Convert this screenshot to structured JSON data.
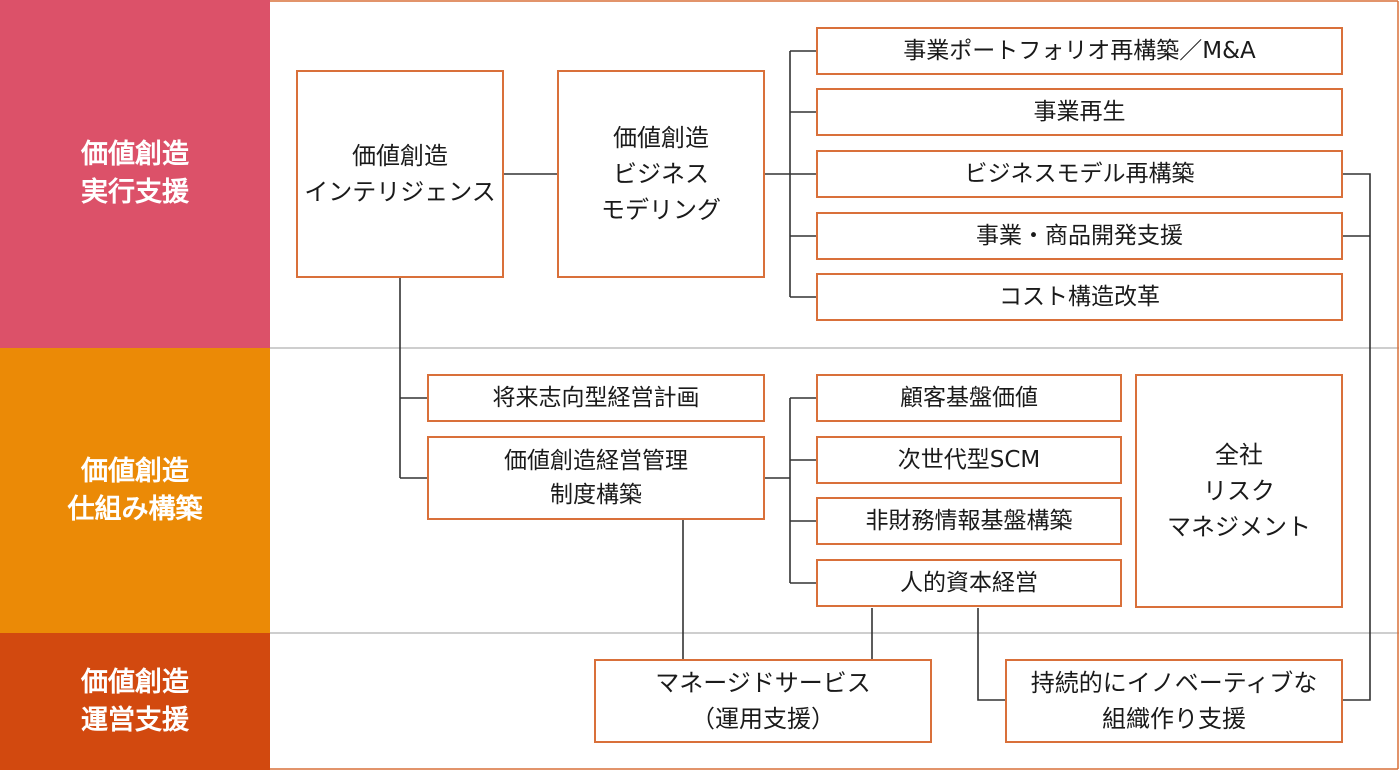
{
  "colors": {
    "band_execution": "#dc5169",
    "band_system": "#eb8a06",
    "band_operation": "#d2490f",
    "box_border": "#d9703a",
    "divider": "#bdbdbd",
    "connector": "#333333"
  },
  "bands": {
    "execution": "価値創造\n実行支援",
    "system": "価値創造\n仕組み構築",
    "operation": "価値創造\n運営支援"
  },
  "boxes": {
    "value_intelligence": "価値創造\nインテリジェンス",
    "value_business_modeling": "価値創造\nビジネス\nモデリング",
    "portfolio_restructuring": "事業ポートフォリオ再構築／M&A",
    "business_revival": "事業再生",
    "business_model_rebuild": "ビジネスモデル再構築",
    "product_dev_support": "事業・商品開発支援",
    "cost_structure_reform": "コスト構造改革",
    "future_oriented_plan": "将来志向型経営計画",
    "value_management_system": "価値創造経営管理\n制度構築",
    "customer_base_value": "顧客基盤価値",
    "next_gen_scm": "次世代型SCM",
    "non_financial_info": "非財務情報基盤構築",
    "human_capital": "人的資本経営",
    "enterprise_risk": "全社\nリスク\nマネジメント",
    "managed_services": "マネージドサービス\n（運用支援）",
    "innovative_org": "持続的にイノベーティブな\n組織作り支援"
  }
}
